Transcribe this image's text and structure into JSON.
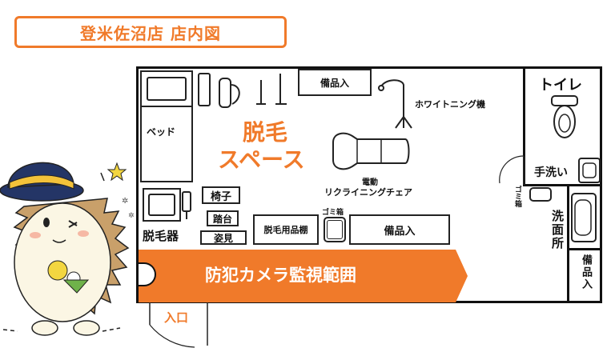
{
  "title": "登米佐沼店 店内図",
  "areas": {
    "hair_removal_space": [
      "脱毛",
      "スペース"
    ],
    "toilet": "トイレ",
    "hand_wash": "手洗い",
    "washroom": "洗面所",
    "entrance": "入口",
    "camera_banner": "防犯カメラ監視範囲"
  },
  "fixtures": {
    "bed": "ベッド",
    "hair_removal_device": "脱毛器",
    "chair": "椅子",
    "step": "踏台",
    "mirror": "姿見",
    "hair_removal_shelf": "脱毛用品棚",
    "trash_left": "ゴミ箱",
    "trash_right": "ゴミ箱",
    "supplies_top": "備品入",
    "supplies_bottom": "備品入",
    "supplies_right": "備品入",
    "whitening_machine": "ホワイトニング機",
    "reclining_chair_line1": "電動",
    "reclining_chair_line2": "リクライニングチェア"
  },
  "colors": {
    "accent": "#f07a2a",
    "wall": "#111111"
  }
}
